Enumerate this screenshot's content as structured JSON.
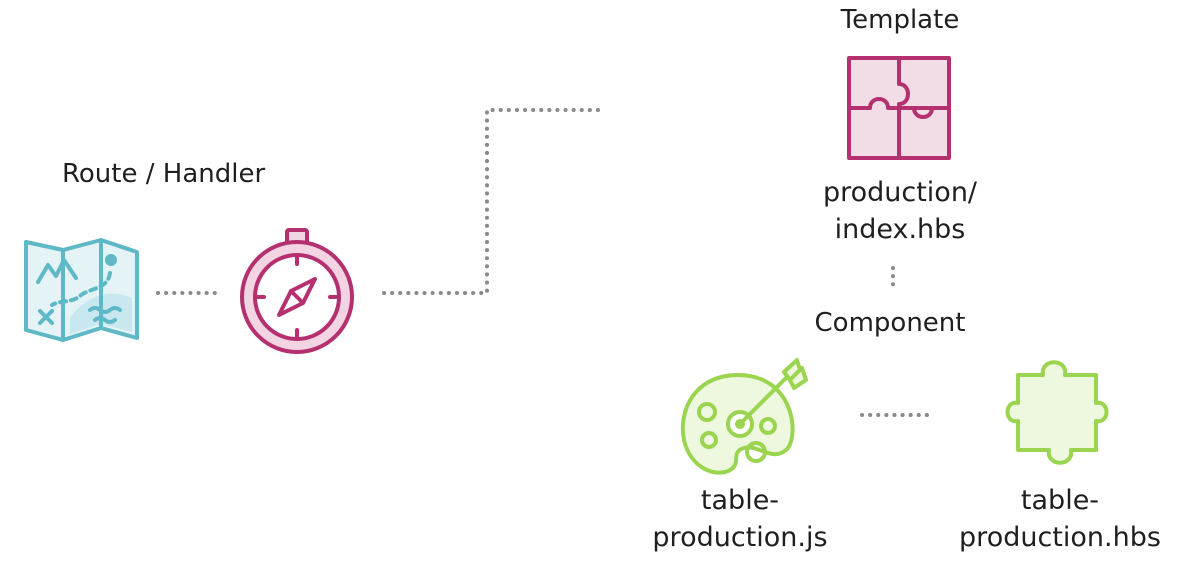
{
  "route_section": {
    "heading": "Route / Handler"
  },
  "template_section": {
    "heading": "Template",
    "file_line1": "production/",
    "file_line2": "index.hbs"
  },
  "component_section": {
    "heading": "Component",
    "js_file_line1": "table-",
    "js_file_line2": "production.js",
    "hbs_file_line1": "table-",
    "hbs_file_line2": "production.hbs"
  },
  "icons": {
    "map": "map-icon",
    "compass": "compass-icon",
    "template_puzzle": "puzzle-grid-icon",
    "palette": "palette-icon",
    "component_puzzle": "puzzle-piece-icon"
  },
  "colors": {
    "map": "#5fb8c6",
    "map_fill": "#e3f3f6",
    "compass": "#b4306f",
    "compass_fill": "#f3d4e2",
    "template": "#b4306f",
    "template_fill": "#f2dde7",
    "component": "#9bd54f",
    "component_fill": "#edf8df",
    "connector": "#8a8a8a",
    "text": "#1f1f1f"
  }
}
